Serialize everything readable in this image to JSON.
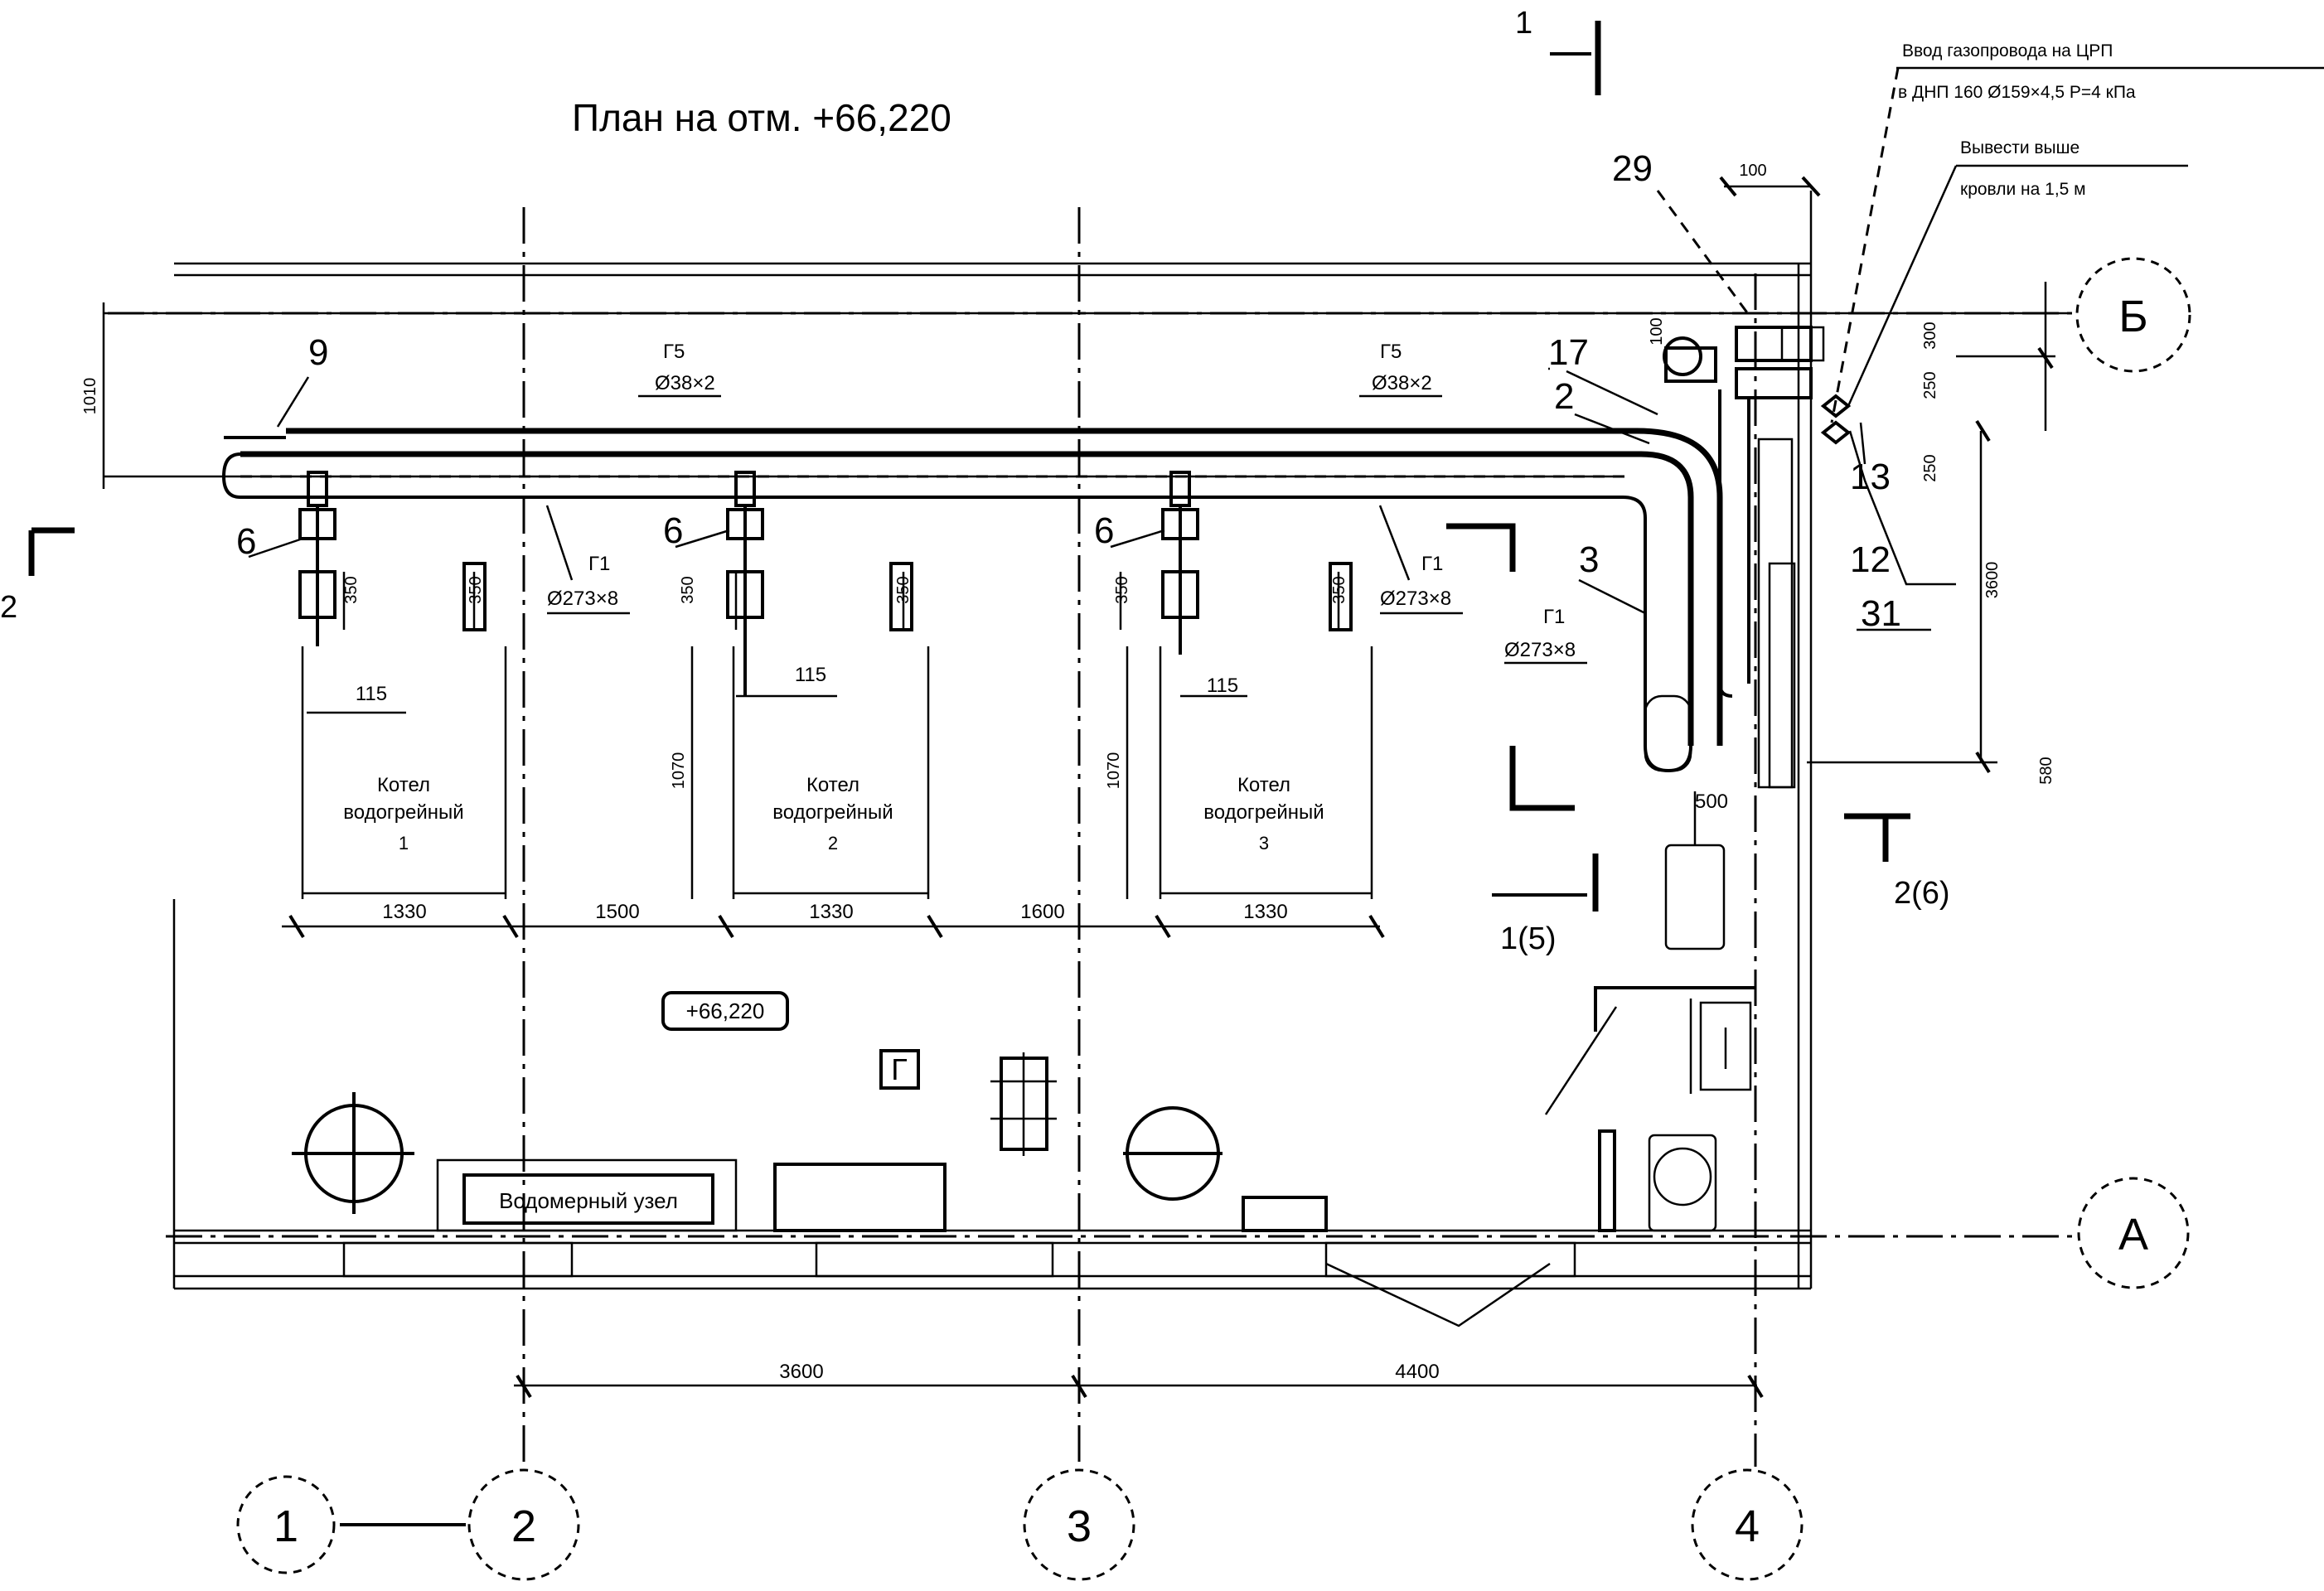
{
  "title": "План на отм. +66,220",
  "elevation_tag": "+66,220",
  "room_tag": "Г",
  "axes": {
    "numbers": [
      "1",
      "2",
      "3",
      "4"
    ],
    "letters": [
      "Б",
      "А"
    ]
  },
  "section_marks": {
    "top_1": "1",
    "left_2": "2",
    "mid_15": "1(5)",
    "right_26": "2(6)"
  },
  "callouts": [
    "9",
    "6",
    "6",
    "6",
    "29",
    "17",
    "2",
    "3",
    "13",
    "12",
    "31"
  ],
  "pipe_labels": {
    "g5_a": "Г5",
    "g5_a_dim": "Ø38×2",
    "g5_b": "Г5",
    "g5_b_dim": "Ø38×2",
    "g1_a": "Г1",
    "g1_a_dim": "Ø273×8",
    "g1_b": "Г1",
    "g1_b_dim": "Ø273×8",
    "g1_c": "Г1",
    "g1_c_dim": "Ø273×8"
  },
  "boilers": [
    {
      "line1": "Котел",
      "line2": "водогрейный",
      "line3": "1"
    },
    {
      "line1": "Котел",
      "line2": "водогрейный",
      "line3": "2"
    },
    {
      "line1": "Котел",
      "line2": "водогрейный",
      "line3": "3"
    }
  ],
  "equipment": {
    "water_unit": "Водомерный узел"
  },
  "notes": {
    "gas_line1": "Ввод газопровода на ЦРП",
    "gas_line2": "в ДНП 160 Ø159×4,5 Р=4 кПа",
    "vent_line1": "Вывести выше",
    "vent_line2": "кровли на 1,5 м"
  },
  "dims": {
    "d115_a": "115",
    "d115_b": "115",
    "d115_c": "115",
    "d1330_a": "1330",
    "d1500": "1500",
    "d1330_b": "1330",
    "d1600": "1600",
    "d1330_c": "1330",
    "d3600": "3600",
    "d4400": "4400",
    "d1010": "1010",
    "d1070_a": "1070",
    "d1070_b": "1070",
    "d350_a": "350",
    "d350_b": "350",
    "d350_c": "350",
    "d100": "100",
    "d500": "500",
    "d100v": "100",
    "d300": "300",
    "d250": "250",
    "d3600v": "3600",
    "d580": "580",
    "d_small_1": "350",
    "d_small_2": "350",
    "d_small_3": "350",
    "d_250_top": "250"
  }
}
